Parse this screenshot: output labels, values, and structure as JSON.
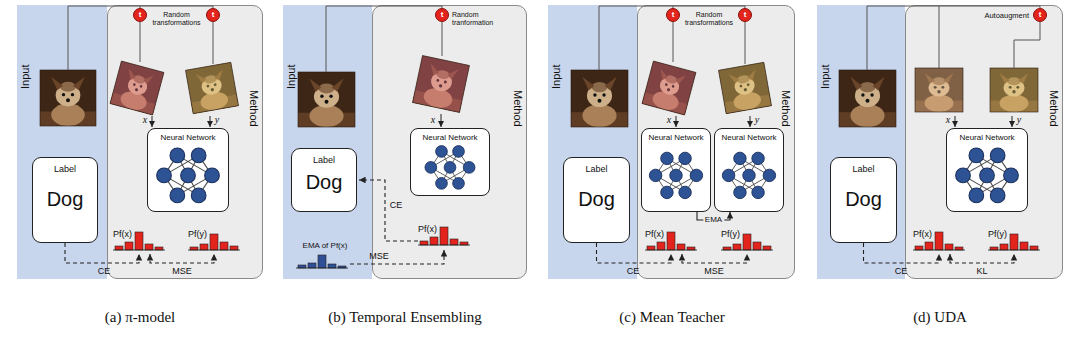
{
  "diagram": {
    "nodes": [
      {
        "text": [
          "Input"
        ]
      },
      {
        "text": [
          "Label",
          "Dog"
        ],
        "in": 0
      },
      {
        "text": [
          "Method"
        ]
      },
      {
        "text": [
          "t"
        ],
        "in": 2
      },
      {
        "text": [
          "t"
        ],
        "in": 2
      },
      {
        "text": [
          "Neural Network"
        ],
        "in": 2
      },
      {
        "text": [
          "Input"
        ]
      },
      {
        "text": [
          "Label",
          "Dog"
        ],
        "in": 6
      },
      {
        "text": [
          "Method"
        ]
      },
      {
        "text": [
          "t"
        ],
        "in": 8
      },
      {
        "text": [
          "Neural Network"
        ],
        "in": 8
      },
      {
        "text": [
          "Input"
        ]
      },
      {
        "text": [
          "Label",
          "Dog"
        ],
        "in": 11
      },
      {
        "text": [
          "Method"
        ]
      },
      {
        "text": [
          "t"
        ],
        "in": 13
      },
      {
        "text": [
          "t"
        ],
        "in": 13
      },
      {
        "text": [
          "Neural Network"
        ],
        "in": 13
      },
      {
        "text": [
          "Neural Network"
        ],
        "in": 13
      },
      {
        "text": [
          "Input"
        ]
      },
      {
        "text": [
          "Label",
          "Dog"
        ],
        "in": 18
      },
      {
        "text": [
          "Method"
        ]
      },
      {
        "text": [
          "t"
        ],
        "in": 20
      },
      {
        "text": [
          "Neural Network"
        ],
        "in": 20
      }
    ],
    "edges": [
      {
        "from": 16,
        "to": 17,
        "label": "EMA",
        "arrow": "to"
      }
    ],
    "labels": [
      "Random transformations",
      "x",
      "y",
      "Pf(x)",
      "Pf(y)",
      "CE",
      "MSE",
      "(a) π-model",
      "Random tranformation",
      "x",
      "Pf(x)",
      "CE",
      "EMA of Pf(x)",
      "MSE",
      "(b) Temporal Ensembling",
      "Random transformations",
      "x",
      "y",
      "Pf(x)",
      "Pf(y)",
      "CE",
      "MSE",
      "(c) Mean Teacher",
      "Autoaugment",
      "x",
      "y",
      "Pf(x)",
      "Pf(y)",
      "CE",
      "KL",
      "(d) UDA"
    ]
  }
}
